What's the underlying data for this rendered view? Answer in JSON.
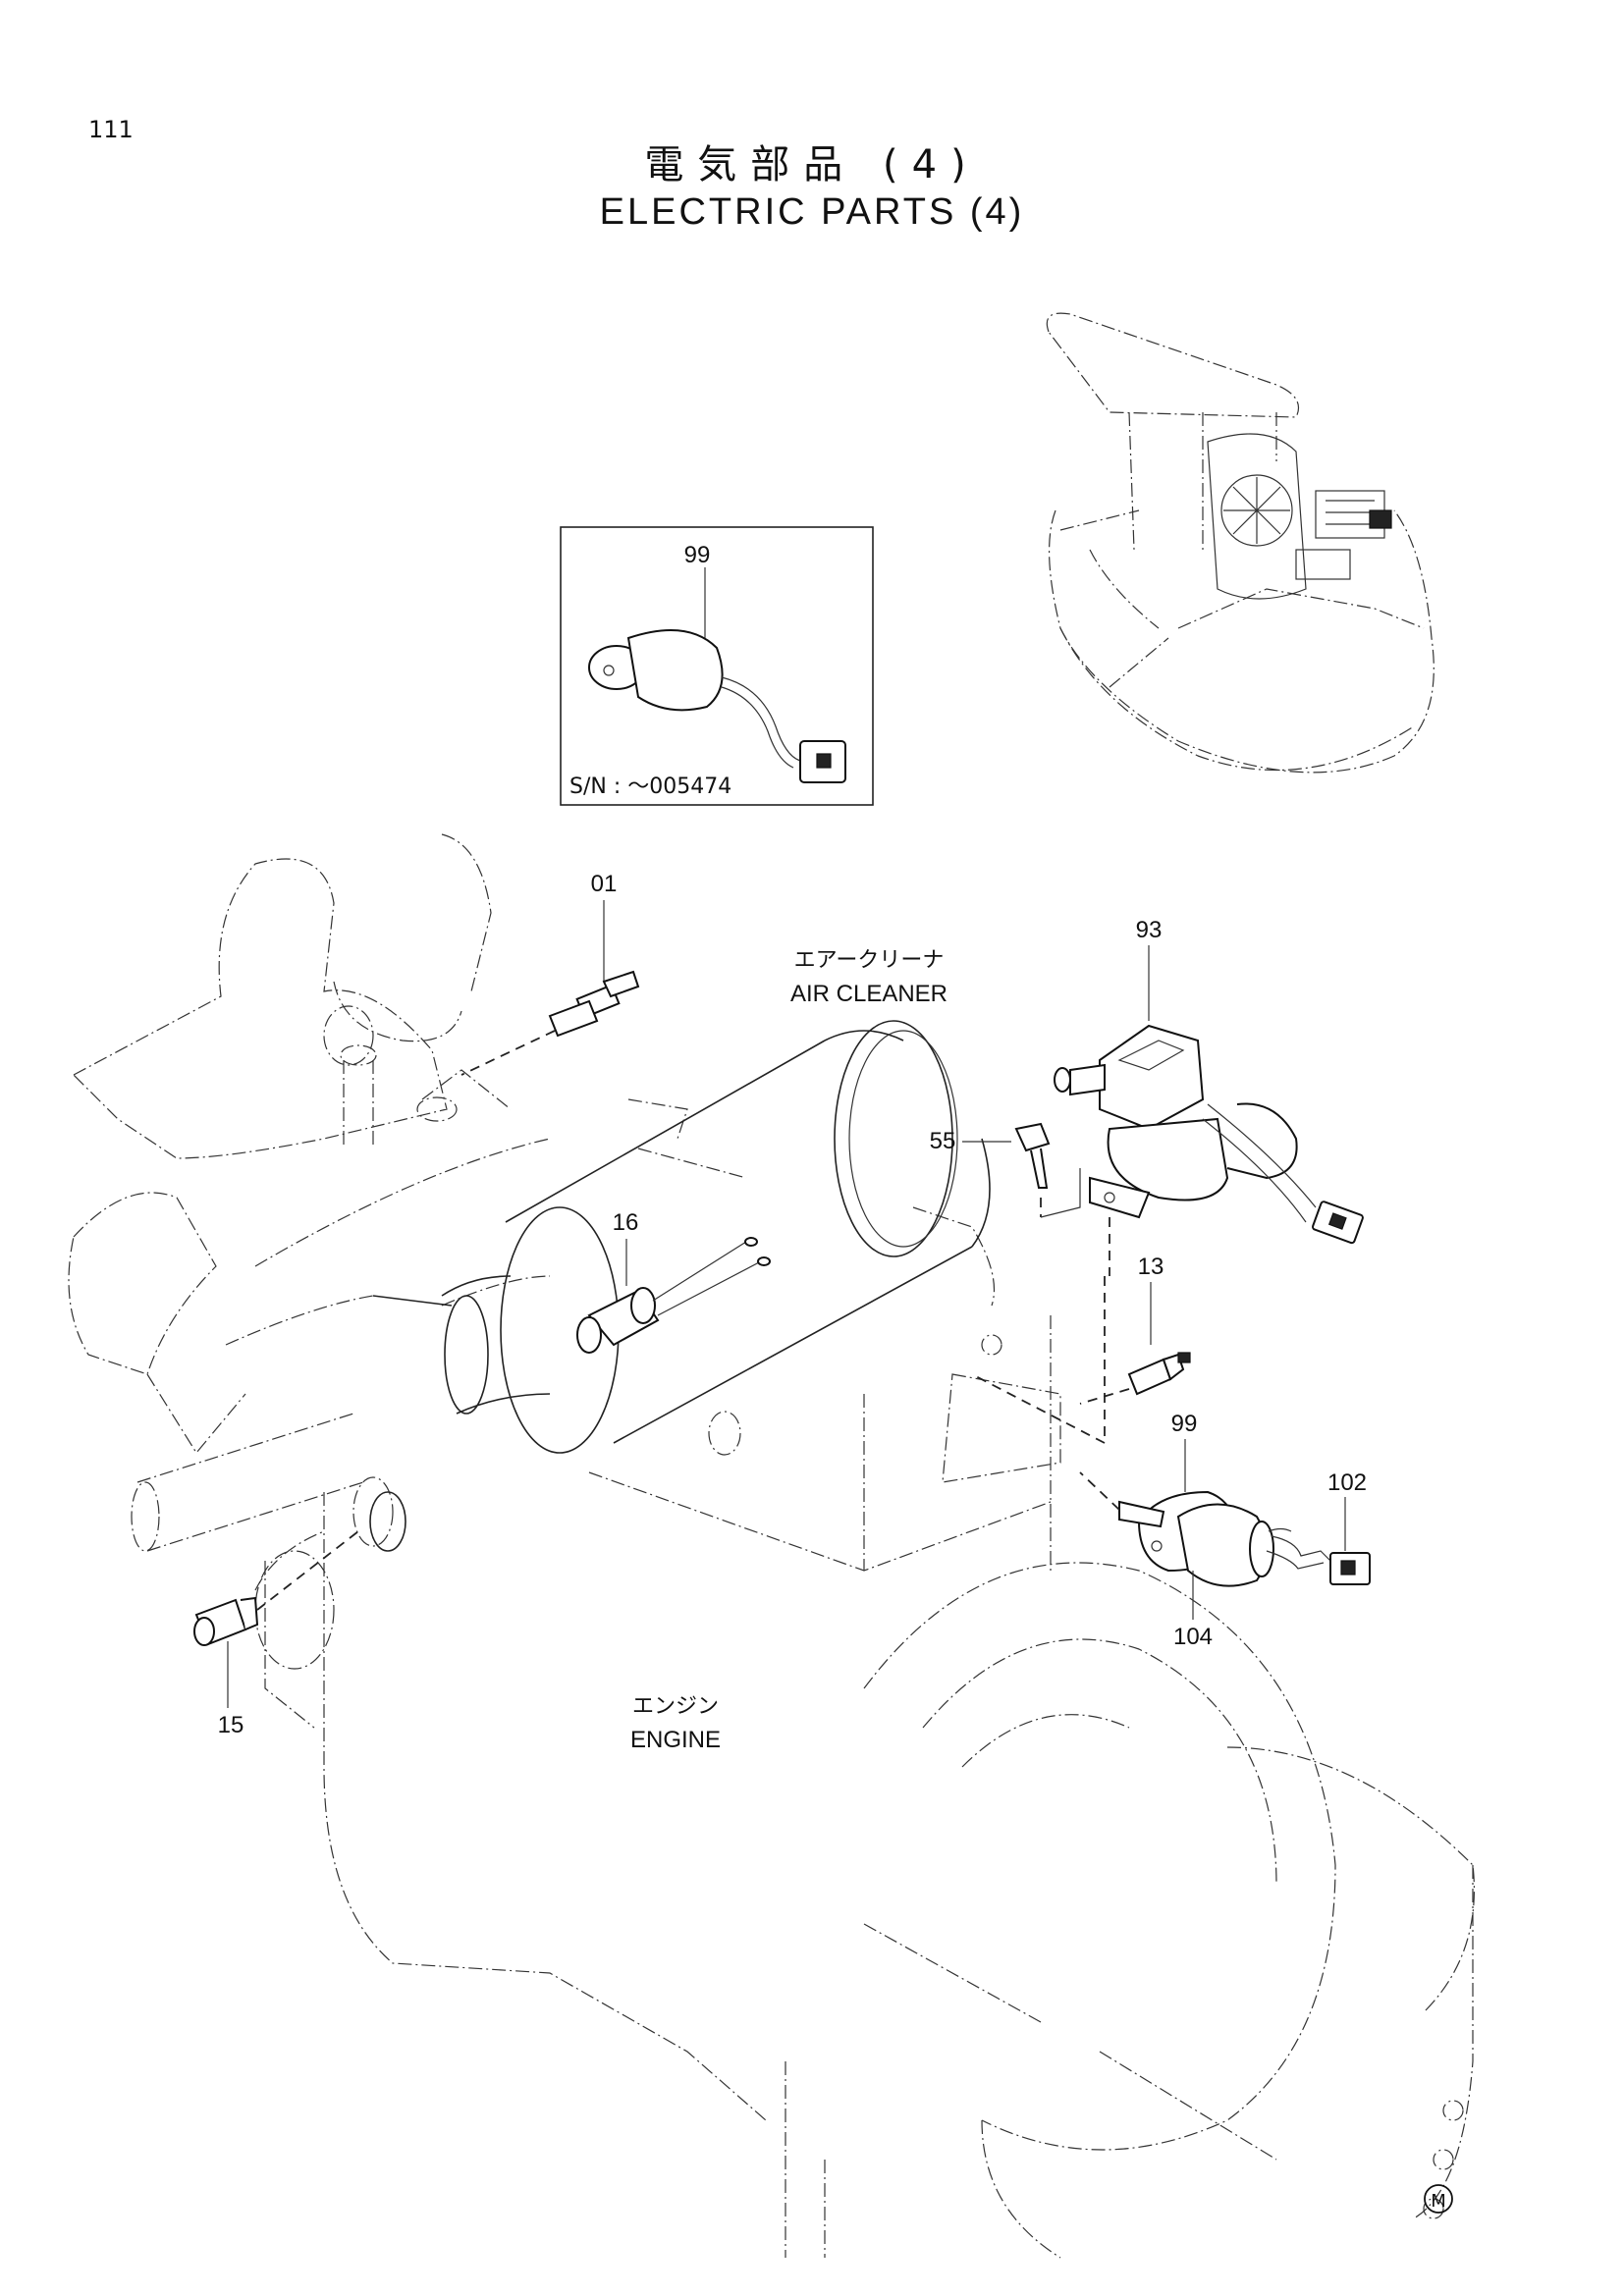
{
  "page": {
    "number": "111"
  },
  "title": {
    "japanese": "電気部品 (4)",
    "english": "ELECTRIC PARTS (4)"
  },
  "inset": {
    "part_no": "99",
    "serial": "S/N : ～005474"
  },
  "labels": {
    "air_cleaner_jp": "エアークリーナ",
    "air_cleaner_en": "AIR CLEANER",
    "engine_jp": "エンジン",
    "engine_en": "ENGINE"
  },
  "callouts": {
    "p01": "01",
    "p93": "93",
    "p55": "55",
    "p16": "16",
    "p13": "13",
    "p99": "99",
    "p102": "102",
    "p104": "104",
    "p15": "15"
  },
  "mark": "M"
}
